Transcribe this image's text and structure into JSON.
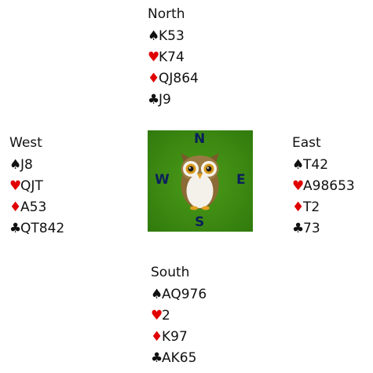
{
  "hands": {
    "north": {
      "name": "North",
      "spades": "K53",
      "hearts": "K74",
      "diamonds": "QJ864",
      "clubs": "J9"
    },
    "west": {
      "name": "West",
      "spades": "J8",
      "hearts": "QJT",
      "diamonds": "A53",
      "clubs": "QT842"
    },
    "east": {
      "name": "East",
      "spades": "T42",
      "hearts": "A98653",
      "diamonds": "T2",
      "clubs": "73"
    },
    "south": {
      "name": "South",
      "spades": "AQ976",
      "hearts": "2",
      "diamonds": "K97",
      "clubs": "AK65"
    }
  },
  "suits": {
    "spades": "♠",
    "hearts": "♥",
    "diamonds": "♦",
    "clubs": "♣"
  },
  "compass": {
    "n": "N",
    "s": "S",
    "w": "W",
    "e": "E",
    "icon": "owl-icon"
  },
  "colors": {
    "red_suit": "#e00000",
    "black_suit": "#111111",
    "table_green": "#3d8b12",
    "compass_letters": "#0b1f5c"
  }
}
